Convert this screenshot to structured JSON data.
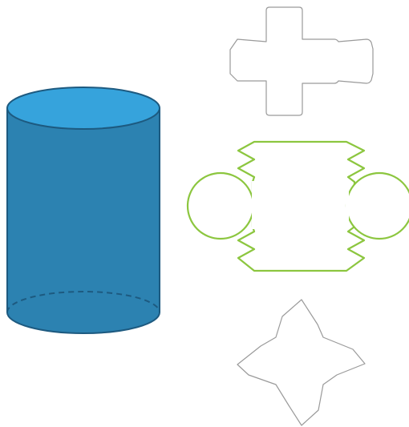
{
  "figures": [
    {
      "id": "cylinder",
      "shape": "cylinder",
      "icon": "cylinder-icon"
    },
    {
      "id": "cube-net",
      "shape": "cube net",
      "icon": "cube-net-icon"
    },
    {
      "id": "cylinder-net",
      "shape": "cylinder net",
      "icon": "cylinder-net-icon"
    },
    {
      "id": "pyramid-net",
      "shape": "square pyramid net",
      "icon": "pyramid-net-icon"
    }
  ],
  "colors": {
    "cylinder_body": "#2c82b1",
    "cylinder_top": "#36a3dc",
    "cylinder_outline": "#1d5a80",
    "cube_net_stroke": "#9a9a9a",
    "cylinder_net_stroke": "#8cc63f",
    "pyramid_net_stroke": "#9a9a9a",
    "fold_line": "#cccccc",
    "background": "#ffffff"
  }
}
